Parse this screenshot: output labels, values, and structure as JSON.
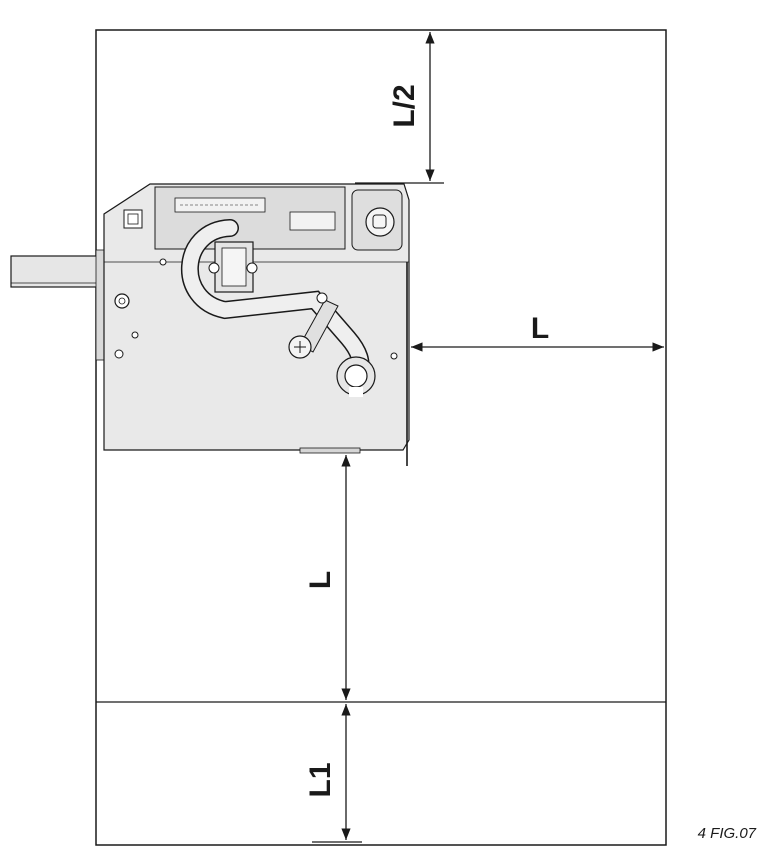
{
  "figure": {
    "caption": "4 FIG.07"
  },
  "dimensions": {
    "top_offset": "L/2",
    "side_offset": "L",
    "bottom_offset": "L",
    "base_offset": "L1"
  },
  "colors": {
    "line": "#1a1a1a",
    "lock_body": "#e9e9e9",
    "lock_detail": "#d6d6d6",
    "background": "#ffffff"
  }
}
